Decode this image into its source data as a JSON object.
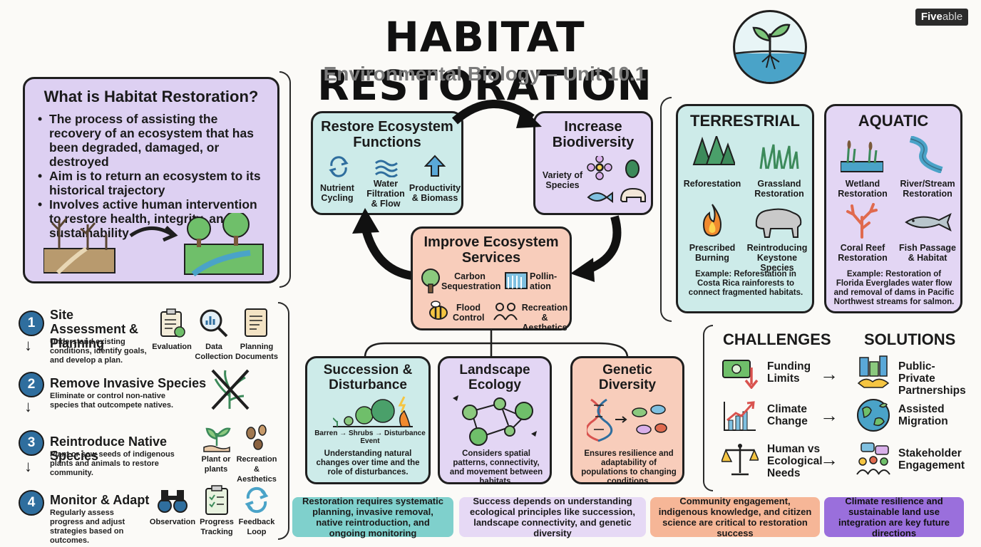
{
  "header": {
    "title": "HABITAT RESTORATION",
    "subtitle": "Environmental Biology – Unit 10.1",
    "brand_main": "Five",
    "brand_accent": "able"
  },
  "definition": {
    "title": "What is Habitat Restoration?",
    "bullets": [
      "The process of assisting the recovery of an ecosystem that has been degraded, damaged, or destroyed",
      "Aim is to return an ecosystem to its historical trajectory",
      "Involves active human intervention to restore health, integrity, and sustainability"
    ]
  },
  "cycle": {
    "restore": {
      "title": "Restore Ecosystem Functions",
      "items": [
        "Nutrient Cycling",
        "Water Filtration & Flow",
        "Productivity & Biomass"
      ]
    },
    "biodiversity": {
      "title": "Increase Biodiversity",
      "label": "Variety of Species"
    },
    "services": {
      "title": "Improve Ecosystem Services",
      "items": [
        "Carbon Sequestration",
        "Pollin-ation",
        "Flood Control",
        "Recreation & Aesthetics"
      ]
    }
  },
  "terrestrial": {
    "title": "TERRESTRIAL",
    "items": [
      "Reforestation",
      "Grassland Restoration",
      "Prescribed Burning",
      "Reintroducing Keystone Species"
    ],
    "example": "Example: Reforestation in Costa Rica rainforests to connect fragmented habitats."
  },
  "aquatic": {
    "title": "AQUATIC",
    "items": [
      "Wetland Restoration",
      "River/Stream Restoration",
      "Coral Reef Restoration",
      "Fish Passage & Habitat"
    ],
    "example": "Example: Restoration of Florida Everglades water flow and removal of dams in Pacific Northwest streams for salmon."
  },
  "steps": [
    {
      "num": "1",
      "title": "Site Assessment & Planning",
      "desc": "Understand existing conditions, identify goals, and develop a plan.",
      "icons": [
        "Evaluation",
        "Data Collection",
        "Planning Documents"
      ]
    },
    {
      "num": "2",
      "title": "Remove Invasive Species",
      "desc": "Eliminate or control non-native species that outcompete natives.",
      "icons": []
    },
    {
      "num": "3",
      "title": "Reintroduce Native Species",
      "desc": "Plant or sow seeds of indigenous plants and animals to restore community.",
      "icons": [
        "Plant or plants",
        "Recreation & Aesthetics"
      ]
    },
    {
      "num": "4",
      "title": "Monitor & Adapt",
      "desc": "Regularly assess progress and adjust strategies based on outcomes.",
      "icons": [
        "Observation",
        "Progress Tracking",
        "Feedback Loop"
      ]
    }
  ],
  "principles": [
    {
      "title": "Succession & Disturbance",
      "flow": [
        "Barren",
        "Shrubs",
        "Disturbance Event"
      ],
      "desc": "Understanding natural changes over time and the role of disturbances."
    },
    {
      "title": "Landscape Ecology",
      "desc": "Considers spatial patterns, connectivity, and movement between habitats."
    },
    {
      "title": "Genetic Diversity",
      "desc": "Ensures resilience and adaptability of populations to changing conditions."
    }
  ],
  "challenges_solutions": {
    "challenges_title": "CHALLENGES",
    "solutions_title": "SOLUTIONS",
    "rows": [
      {
        "challenge": "Funding Limits",
        "solution": "Public-Private Partnerships"
      },
      {
        "challenge": "Climate Change",
        "solution": "Assisted Migration"
      },
      {
        "challenge": "Human vs Ecological Needs",
        "solution": "Stakeholder Engagement"
      }
    ]
  },
  "banners": [
    "Restoration requires systematic planning, invasive removal, native reintroduction, and ongoing monitoring",
    "Success depends on understanding ecological principles like succession, landscape connectivity, and genetic diversity",
    "Community engagement, indigenous knowledge, and citizen science are critical to restoration success",
    "Climate resilience and sustainable land use integration are key future directions"
  ],
  "colors": {
    "purple": "#ddd0f2",
    "teal": "#cdebe9",
    "peach": "#f8cdbb",
    "step_blue": "#2f6e9e",
    "banner_teal": "#7fd0cc",
    "banner_lilac": "#e6d9f5",
    "banner_peach": "#f6b697",
    "banner_violet": "#9a6fdc"
  }
}
